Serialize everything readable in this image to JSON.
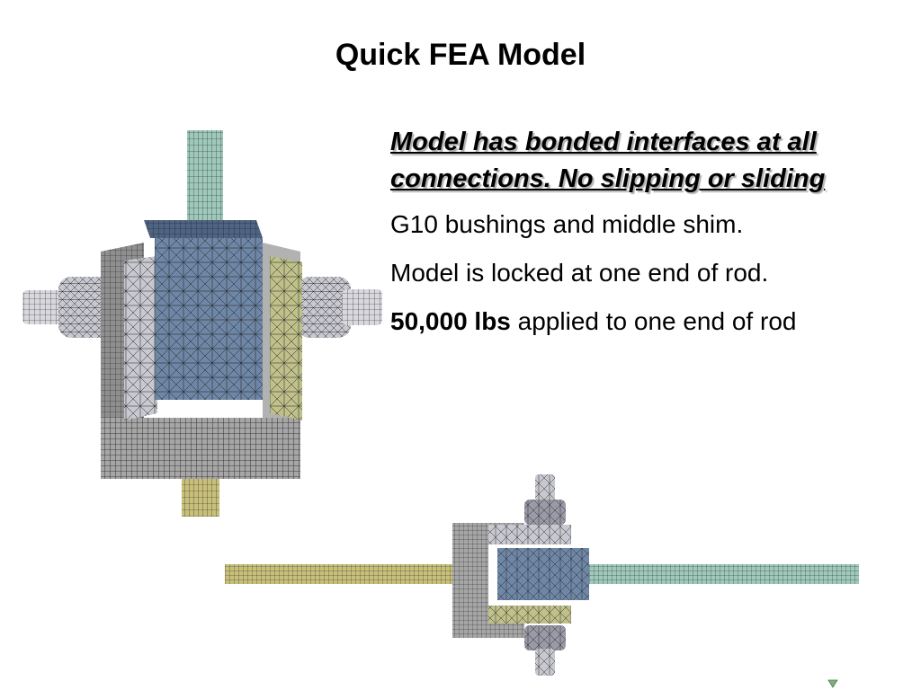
{
  "slide": {
    "title": "Quick FEA Model",
    "bullets": {
      "heading": "Model has bonded interfaces at all connections. No slipping or sliding",
      "line1": "G10 bushings and middle shim.",
      "line2": "Model is locked at one end of rod.",
      "line3_bold": "50,000 lbs",
      "line3_rest": " applied to one end of rod"
    }
  },
  "colors": {
    "rod_teal": "#9fc9bb",
    "rod_olive": "#c8c07a",
    "block_blue": "#6f87a6",
    "bracket_grey": "#a6a6a6",
    "bushing_light": "#c8c8d0",
    "shim_olive": "#bfc08a",
    "mesh_line": "#1e1e1e"
  },
  "icons": {
    "logo": "small-logo-icon"
  }
}
